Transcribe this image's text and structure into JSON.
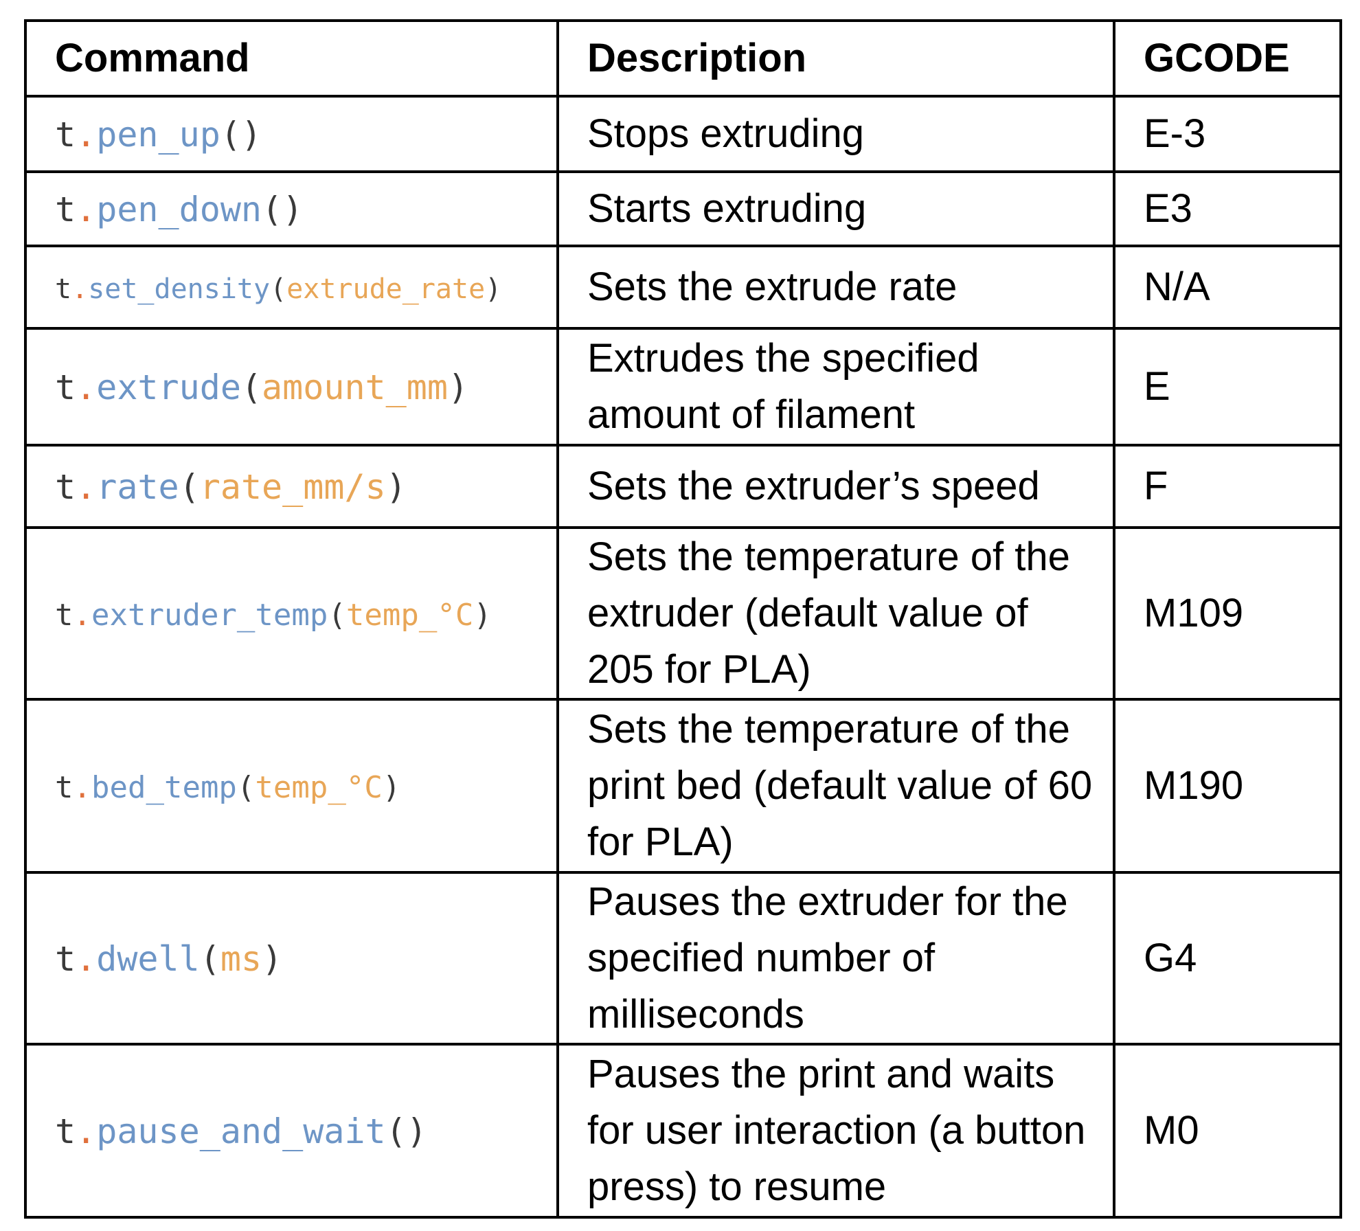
{
  "header": {
    "command": "Command",
    "description": "Description",
    "gcode": "GCODE"
  },
  "colors": {
    "object": "#3a3a3a",
    "dot": "#e0703c",
    "function": "#6d95c6",
    "argument": "#e8a657"
  },
  "rows": [
    {
      "obj": "t",
      "dot": ".",
      "fn": "pen_up",
      "open": "(",
      "arg": "",
      "close": ")",
      "description": "Stops extruding",
      "gcode": "E-3"
    },
    {
      "obj": "t",
      "dot": ".",
      "fn": "pen_down",
      "open": "(",
      "arg": "",
      "close": ")",
      "description": "Starts extruding",
      "gcode": "E3"
    },
    {
      "obj": "t",
      "dot": ".",
      "fn": "set_density",
      "open": "(",
      "arg": "extrude_rate",
      "close": ")",
      "description": "Sets the extrude rate",
      "gcode": "N/A"
    },
    {
      "obj": "t",
      "dot": ".",
      "fn": "extrude",
      "open": "(",
      "arg": "amount_mm",
      "close": ")",
      "description": "Extrudes the specified amount of filament",
      "gcode": "E"
    },
    {
      "obj": "t",
      "dot": ".",
      "fn": "rate",
      "open": "(",
      "arg": "rate_mm/s",
      "close": ")",
      "description": "Sets the extruder’s speed",
      "gcode": "F"
    },
    {
      "obj": "t",
      "dot": ".",
      "fn": "extruder_temp",
      "open": "(",
      "arg": "temp_°C",
      "close": ")",
      "description": "Sets the temperature of the extruder (default value of 205 for PLA)",
      "gcode": "M109"
    },
    {
      "obj": "t",
      "dot": ".",
      "fn": "bed_temp",
      "open": "(",
      "arg": "temp_°C",
      "close": ")",
      "description": "Sets the temperature of the print bed (default value of 60 for PLA)",
      "gcode": "M190"
    },
    {
      "obj": "t",
      "dot": ".",
      "fn": "dwell",
      "open": "(",
      "arg": "ms",
      "close": ")",
      "description": "Pauses the extruder for the specified number of milliseconds",
      "gcode": "G4"
    },
    {
      "obj": "t",
      "dot": ".",
      "fn": "pause_and_wait",
      "open": "(",
      "arg": "",
      "close": ")",
      "description": "Pauses the print and waits for user interaction (a button press) to resume",
      "gcode": "M0"
    }
  ]
}
